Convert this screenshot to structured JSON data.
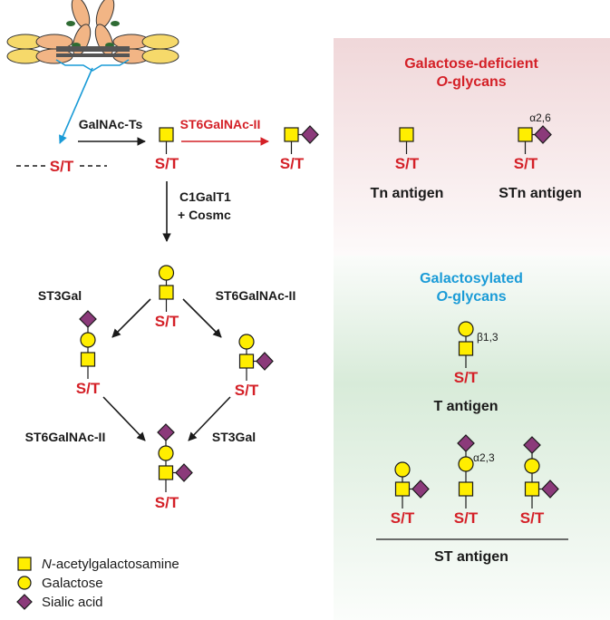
{
  "panels": {
    "deficient_title_line1": "Galactose-deficient",
    "deficient_title_line2": "O-glycans",
    "galactosylated_title_line1": "Galactosylated",
    "galactosylated_title_line2": "O-glycans"
  },
  "site_label": "S/T",
  "enzymes": {
    "galnac_ts": "GalNAc-Ts",
    "st6galnac_red": "ST6GalNAc-II",
    "c1galt1": "C1GalT1",
    "cosmc": "+ Cosmc",
    "st3gal_left": "ST3Gal",
    "st6galnac_right": "ST6GalNAc-II",
    "st6galnac_bottom": "ST6GalNAc-II",
    "st3gal_bottom": "ST3Gal"
  },
  "linkages": {
    "a26": "α2,6",
    "b13": "β1,3",
    "a23": "α2,3"
  },
  "antigens": {
    "tn": "Tn antigen",
    "stn": "STn antigen",
    "t": "T antigen",
    "st": "ST antigen"
  },
  "legend": [
    {
      "shape": "square",
      "label": "N-acetylgalactosamine",
      "color": "#ffee00"
    },
    {
      "shape": "circle",
      "label": "Galactose",
      "color": "#ffee00"
    },
    {
      "shape": "diamond",
      "label": "Sialic acid",
      "color": "#8b3a7a"
    }
  ],
  "colors": {
    "red_text": "#d42027",
    "blue_text": "#1a9bd7",
    "glycan_yellow": "#ffee00",
    "sialic_purple": "#8b3a7a"
  }
}
